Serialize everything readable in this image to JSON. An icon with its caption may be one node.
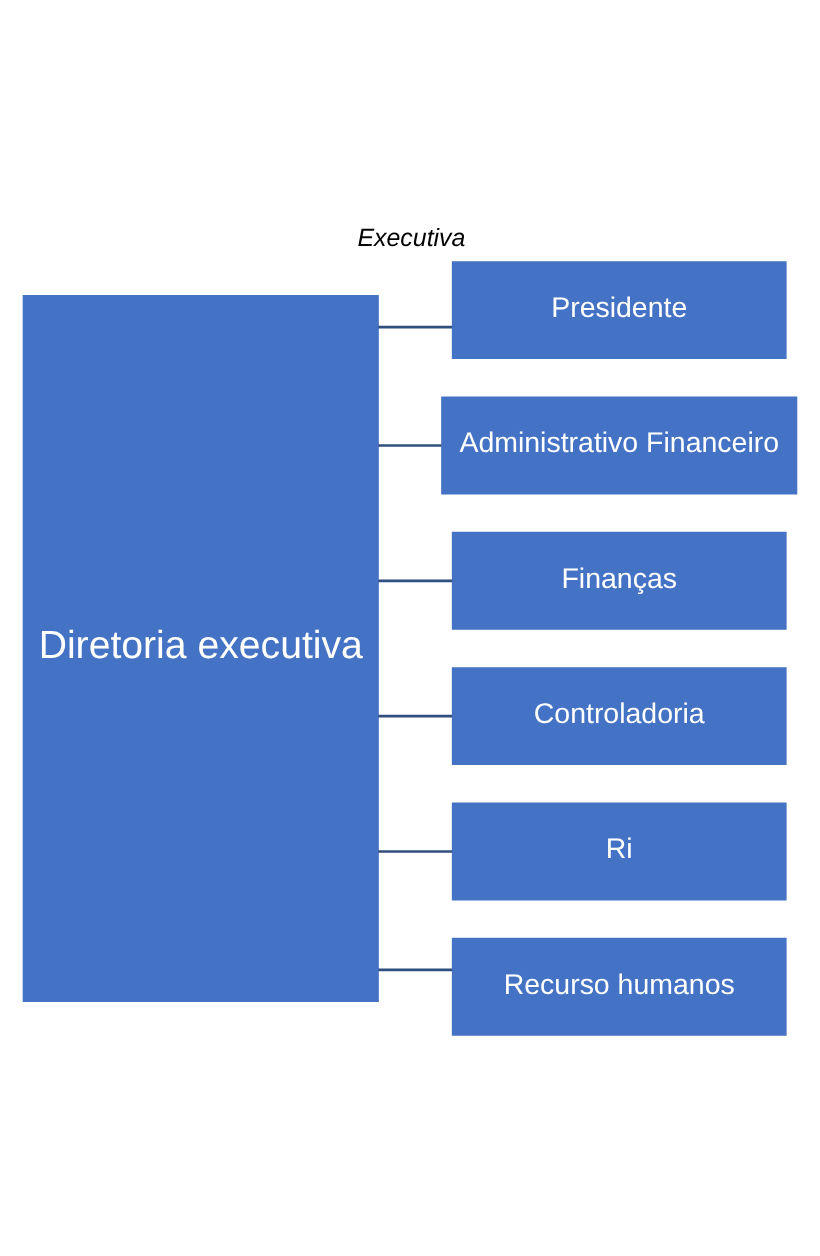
{
  "diagram": {
    "title": "Executiva",
    "nodes": [
      {
        "text": [
          "Diretoria executiva"
        ]
      },
      {
        "text": [
          "Presidente"
        ]
      },
      {
        "text": [
          "Administrativo Financeiro"
        ]
      },
      {
        "text": [
          "Finanças"
        ]
      },
      {
        "text": [
          "Controladoria"
        ]
      },
      {
        "text": [
          "Ri"
        ]
      },
      {
        "text": [
          "Recurso humanos"
        ]
      }
    ],
    "edges": [
      {
        "from": 0,
        "to": 1,
        "arrow": "none"
      },
      {
        "from": 0,
        "to": 2,
        "arrow": "none"
      },
      {
        "from": 0,
        "to": 3,
        "arrow": "none"
      },
      {
        "from": 0,
        "to": 4,
        "arrow": "none"
      },
      {
        "from": 0,
        "to": 5,
        "arrow": "none"
      },
      {
        "from": 0,
        "to": 6,
        "arrow": "none"
      }
    ]
  }
}
